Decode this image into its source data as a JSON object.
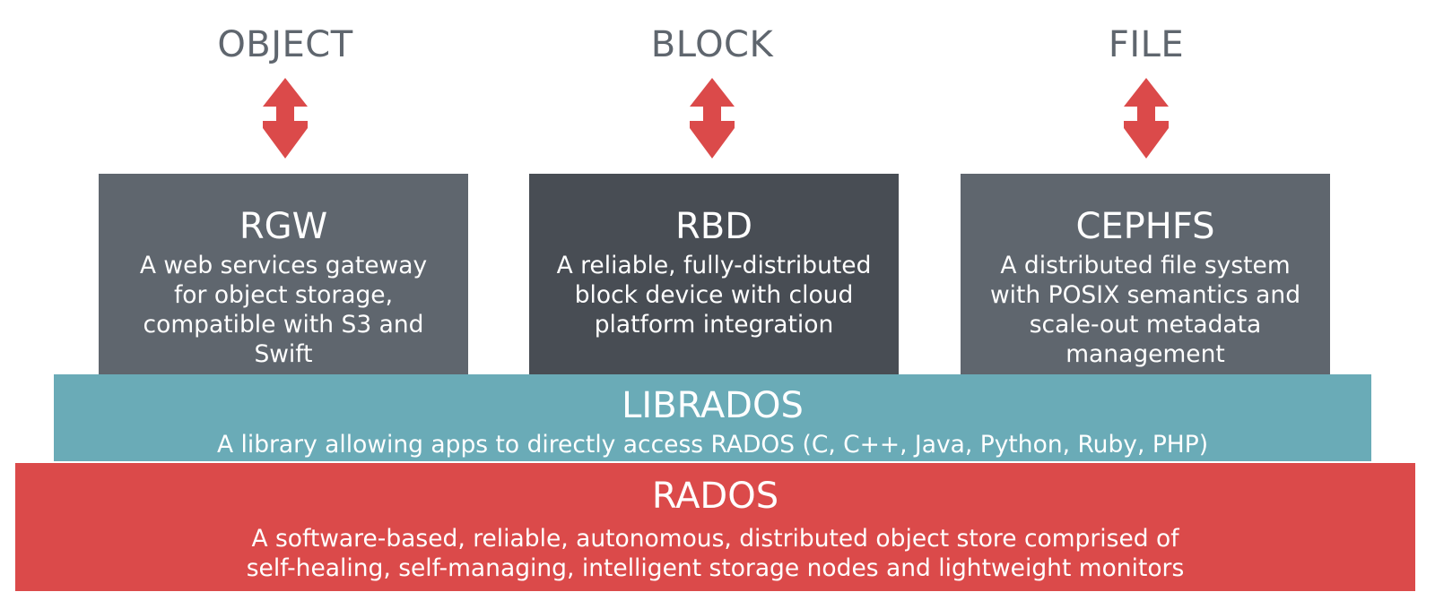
{
  "colors": {
    "label_text": "#5f666e",
    "arrow": "#db4a4a",
    "box_gray": "#5f666e",
    "box_dark": "#484d54",
    "librados": "#6aabb7",
    "rados": "#db4a4a",
    "box_text": "#ffffff"
  },
  "interfaces": [
    {
      "label": "OBJECT",
      "icon": "double-headed-arrow-icon"
    },
    {
      "label": "BLOCK",
      "icon": "double-headed-arrow-icon"
    },
    {
      "label": "FILE",
      "icon": "double-headed-arrow-icon"
    }
  ],
  "components": [
    {
      "title": "RGW",
      "description": [
        "A web services gateway",
        "for object storage,",
        "compatible with S3 and",
        "Swift"
      ]
    },
    {
      "title": "RBD",
      "description": [
        "A reliable, fully-distributed",
        "block device with cloud",
        "platform integration"
      ]
    },
    {
      "title": "CEPHFS",
      "description": [
        "A distributed file system",
        "with POSIX semantics and",
        "scale-out metadata",
        "management"
      ]
    }
  ],
  "librados": {
    "title": "LIBRADOS",
    "description": "A library allowing apps to directly access RADOS (C, C++, Java, Python, Ruby, PHP)"
  },
  "rados": {
    "title": "RADOS",
    "description": [
      "A software-based, reliable, autonomous, distributed object store comprised of",
      "self-healing, self-managing, intelligent storage nodes and lightweight monitors"
    ]
  }
}
